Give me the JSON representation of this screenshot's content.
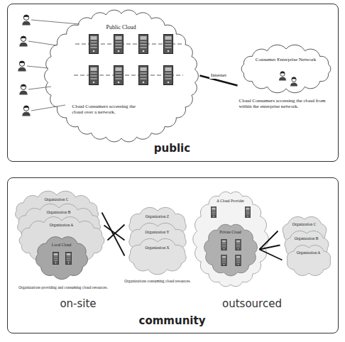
{
  "diagram": {
    "nodes": [
      {
        "text": [
          "public"
        ]
      },
      {
        "text": [
          "Public Cloud",
          "Cloud Consumers accessing the cloud over a network."
        ],
        "in": 0
      },
      {
        "text": [
          "Consumer Enterprise Network",
          "Cloud Consumers accessing the cloud from within the enterprise network."
        ],
        "in": 0
      },
      {
        "text": [
          "community"
        ]
      },
      {
        "text": [
          "Organization C"
        ],
        "in": 3
      },
      {
        "text": [
          "Organization B"
        ],
        "in": 3
      },
      {
        "text": [
          "Organization A"
        ],
        "in": 3
      },
      {
        "text": [
          "Local Cloud"
        ],
        "in": 6
      },
      {
        "text": [
          "Organization Z"
        ],
        "in": 3
      },
      {
        "text": [
          "Organization Y"
        ],
        "in": 3
      },
      {
        "text": [
          "Organization X"
        ],
        "in": 3
      },
      {
        "text": [
          "A Cloud Provider"
        ],
        "in": 3
      },
      {
        "text": [
          "Private Cloud"
        ],
        "in": 11
      },
      {
        "text": [
          "Organization C"
        ],
        "in": 3
      },
      {
        "text": [
          "Organization B"
        ],
        "in": 3
      },
      {
        "text": [
          "Organization A"
        ],
        "in": 3
      }
    ],
    "edges": [
      {
        "from": 1,
        "to": 2,
        "label": "Internet",
        "arrow": "none"
      },
      {
        "from": 4,
        "to": 10,
        "arrow": "none"
      },
      {
        "from": 5,
        "to": 9,
        "arrow": "none"
      },
      {
        "from": 6,
        "to": 8,
        "arrow": "none"
      },
      {
        "from": 12,
        "to": 13,
        "arrow": "none"
      },
      {
        "from": 12,
        "to": 14,
        "arrow": "none"
      },
      {
        "from": 12,
        "to": 15,
        "arrow": "none"
      }
    ],
    "labels": [
      "Organizations providing and consuming cloud resources.",
      "Organizations consuming cloud resources.",
      "on-site",
      "outsourced"
    ]
  }
}
